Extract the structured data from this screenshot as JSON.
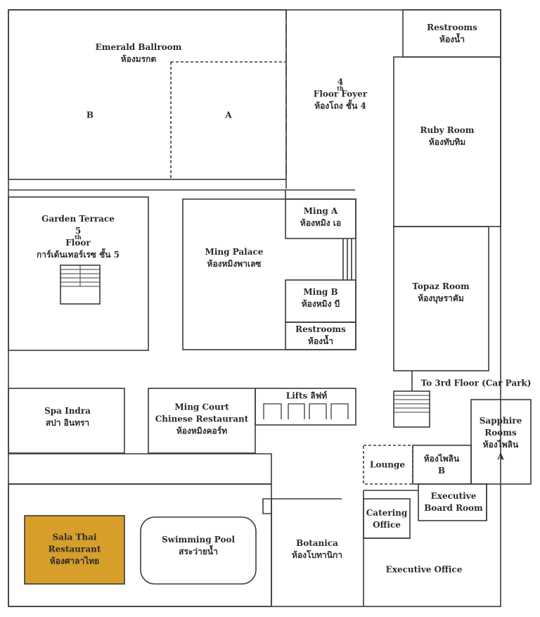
{
  "map": {
    "rooms": {
      "emerald_ballroom": {
        "en": "Emerald Ballroom",
        "th": "ห้องมรกต",
        "section_a": "A",
        "section_b": "B"
      },
      "foyer": {
        "en_pre": "4",
        "en_sup": "th",
        "en_post": " Floor Foyer",
        "th": "ห้องโถง ชั้น 4"
      },
      "restrooms_top": {
        "en": "Restrooms",
        "th": "ห้องน้ำ"
      },
      "ruby_room": {
        "en": "Ruby Room",
        "th": "ห้องทับทิม"
      },
      "garden_terrace": {
        "en": "Garden Terrace",
        "en2_pre": "5",
        "en2_sup": "th",
        "en2_post": " Floor",
        "th": "การ์เด้นเทอร์เรซ ชั้น 5"
      },
      "ming_palace": {
        "en": "Ming Palace",
        "th": "ห้องหมิงพาเลซ"
      },
      "ming_a": {
        "en": "Ming A",
        "th": "ห้องหมิง เอ"
      },
      "ming_b": {
        "en": "Ming B",
        "th": "ห้องหมิง บี"
      },
      "restrooms_mid": {
        "en": "Restrooms",
        "th": "ห้องน้ำ"
      },
      "topaz_room": {
        "en": "Topaz Room",
        "th": "ห้องบุษราคัม"
      },
      "to_third_floor": {
        "en": "To 3rd Floor (Car Park)"
      },
      "spa_indra": {
        "en": "Spa Indra",
        "th": "สปา อินทรา"
      },
      "ming_court": {
        "en": "Ming Court",
        "en2": "Chinese Restaurant",
        "th": "ห้องหมิงคอร์ท"
      },
      "lifts": {
        "en": "Lifts ลิฟท์"
      },
      "sapphire": {
        "en": "Sapphire",
        "en2": "Rooms",
        "th": "ห้องไพลิน",
        "sec": "A"
      },
      "sapphire_b": {
        "th": "ห้องไพลิน",
        "sec": "B"
      },
      "lounge": {
        "en": "Lounge"
      },
      "executive_board": {
        "en": "Executive",
        "en2": "Board Room"
      },
      "catering": {
        "en": "Catering",
        "en2": "Office"
      },
      "sala_thai": {
        "en": "Sala Thai",
        "en2": "Restaurant",
        "th": "ห้องศาลาไทย"
      },
      "swimming_pool": {
        "en": "Swimming Pool",
        "th": "สระว่ายน้ำ"
      },
      "botanica": {
        "en": "Botanica",
        "th": "ห้องโบทานิกา"
      },
      "executive_office": {
        "en": "Executive Office"
      }
    },
    "colors": {
      "line": "#3a3a3a",
      "highlight": "#d79f2a",
      "background": "#ffffff"
    }
  }
}
